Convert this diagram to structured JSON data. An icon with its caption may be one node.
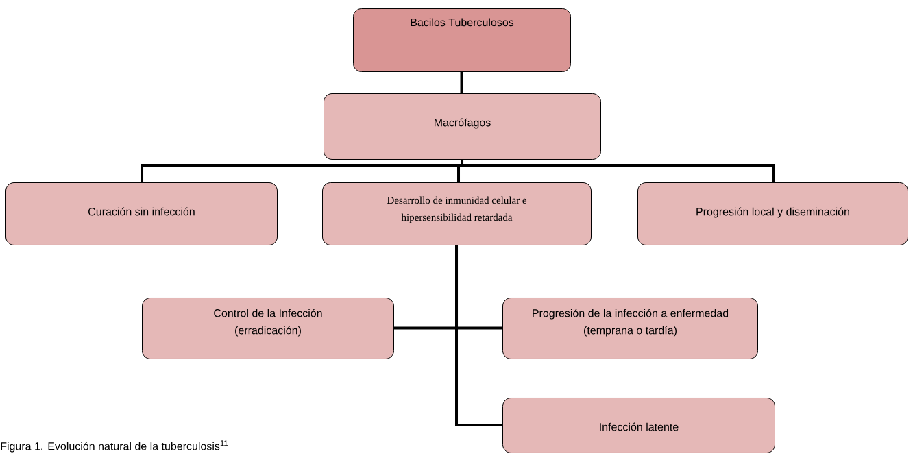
{
  "diagram": {
    "caption": "Figura 1. Evolución natural de la tuberculosis$^{11}$",
    "nodes": [
      {
        "text": [
          "Bacilos Tuberculosos"
        ]
      },
      {
        "text": [
          "Macrófagos"
        ]
      },
      {
        "text": [
          "Curación sin infección"
        ]
      },
      {
        "text": [
          "Desarrollo de  inmunidad celular e hipersensibilidad retardada"
        ]
      },
      {
        "text": [
          "Progresión local y diseminación"
        ]
      },
      {
        "text": [
          "Control de  la Infección (erradicación)"
        ]
      },
      {
        "text": [
          "Progresión de la infección a enfermedad (temprana o tardía)"
        ]
      },
      {
        "text": [
          "Infección latente"
        ]
      }
    ],
    "edges": [
      {
        "from": 0,
        "to": 1,
        "arrow": "none"
      },
      {
        "from": 1,
        "to": 2,
        "arrow": "none"
      },
      {
        "from": 1,
        "to": 3,
        "arrow": "none"
      },
      {
        "from": 1,
        "to": 4,
        "arrow": "none"
      },
      {
        "from": 3,
        "to": 5,
        "arrow": "none"
      },
      {
        "from": 3,
        "to": 6,
        "arrow": "none"
      },
      {
        "from": 3,
        "to": 7,
        "arrow": "none"
      }
    ]
  }
}
